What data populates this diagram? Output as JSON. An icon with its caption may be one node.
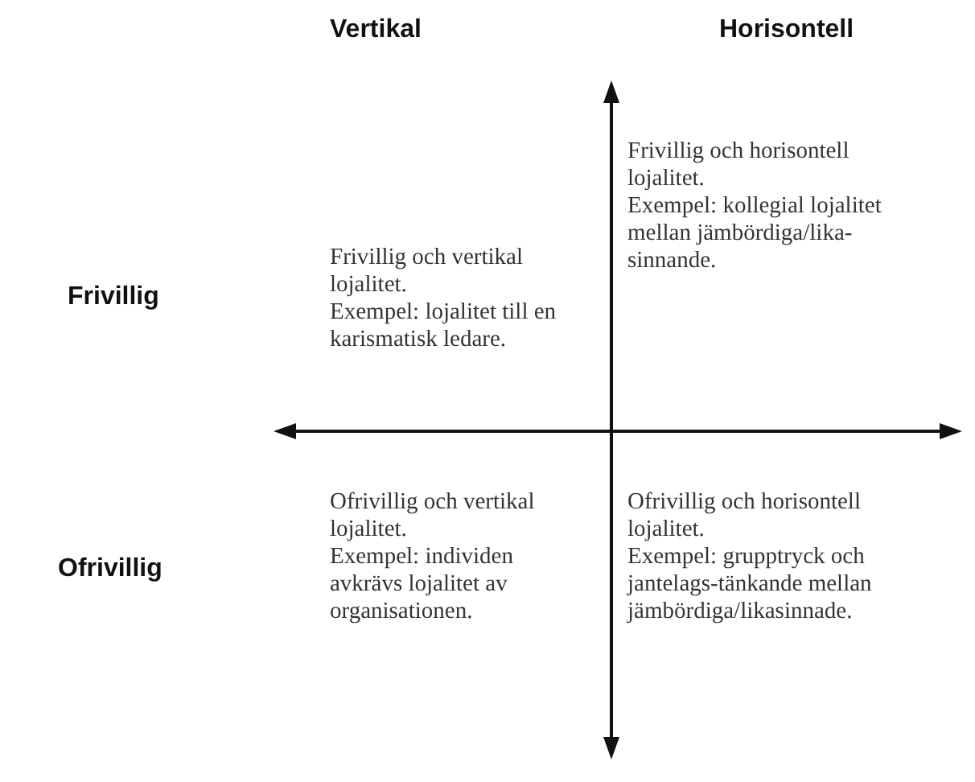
{
  "diagram": {
    "labels": [
      "Vertikal",
      "Horisontell",
      "Frivillig och horisontell lojalitet.",
      "Exempel: kollegial lojalitet mellan jämbördiga/lika-sinnande.",
      "Frivillig",
      "Frivillig och vertikal lojalitet.",
      "Exempel: lojalitet till en karismatisk ledare.",
      "Ofrivillig och vertikal lojalitet.",
      "Exempel: individen avkrävs lojalitet av organisationen.",
      "Ofrivillig",
      "Ofrivillig och horisontell lojalitet.",
      "Exempel: grupptryck och jantelags-tänkande mellan jämbördiga/likasinnade."
    ]
  }
}
